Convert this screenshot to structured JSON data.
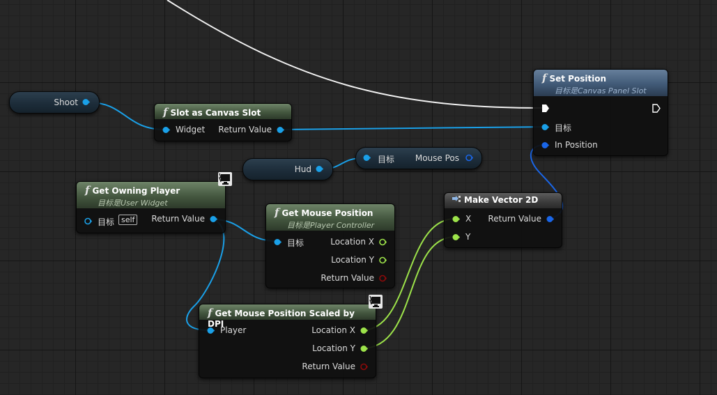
{
  "nodes": {
    "shoot": {
      "label": "Shoot"
    },
    "hud": {
      "label": "Hud"
    },
    "slot_as_canvas_slot": {
      "title": "Slot as Canvas Slot",
      "pin_widget": "Widget",
      "pin_return": "Return Value"
    },
    "set_position": {
      "title": "Set Position",
      "subtitle": "目标是Canvas Panel Slot",
      "pin_target": "目标",
      "pin_in_position": "In Position"
    },
    "mouse_pos": {
      "pin_target": "目标",
      "pin_mouse_pos": "Mouse Pos"
    },
    "get_owning_player": {
      "title": "Get Owning Player",
      "subtitle": "目标是User Widget",
      "pin_target": "目标",
      "self_label": "self",
      "pin_return": "Return Value"
    },
    "get_mouse_position": {
      "title": "Get Mouse Position",
      "subtitle": "目标是Player Controller",
      "pin_target": "目标",
      "pin_location_x": "Location X",
      "pin_location_y": "Location Y",
      "pin_return": "Return Value"
    },
    "make_vector_2d": {
      "title": "Make Vector 2D",
      "pin_x": "X",
      "pin_y": "Y",
      "pin_return": "Return Value"
    },
    "get_mouse_position_scaled": {
      "title": "Get Mouse Position Scaled by DPI",
      "pin_player": "Player",
      "pin_location_x": "Location X",
      "pin_location_y": "Location Y",
      "pin_return": "Return Value"
    }
  },
  "colors": {
    "object_pin": "#1aa0e8",
    "float_pin": "#9de34a",
    "bool_pin": "#8c0a0a",
    "exec_pin": "#ffffff",
    "struct_pin": "#1a66e8"
  }
}
